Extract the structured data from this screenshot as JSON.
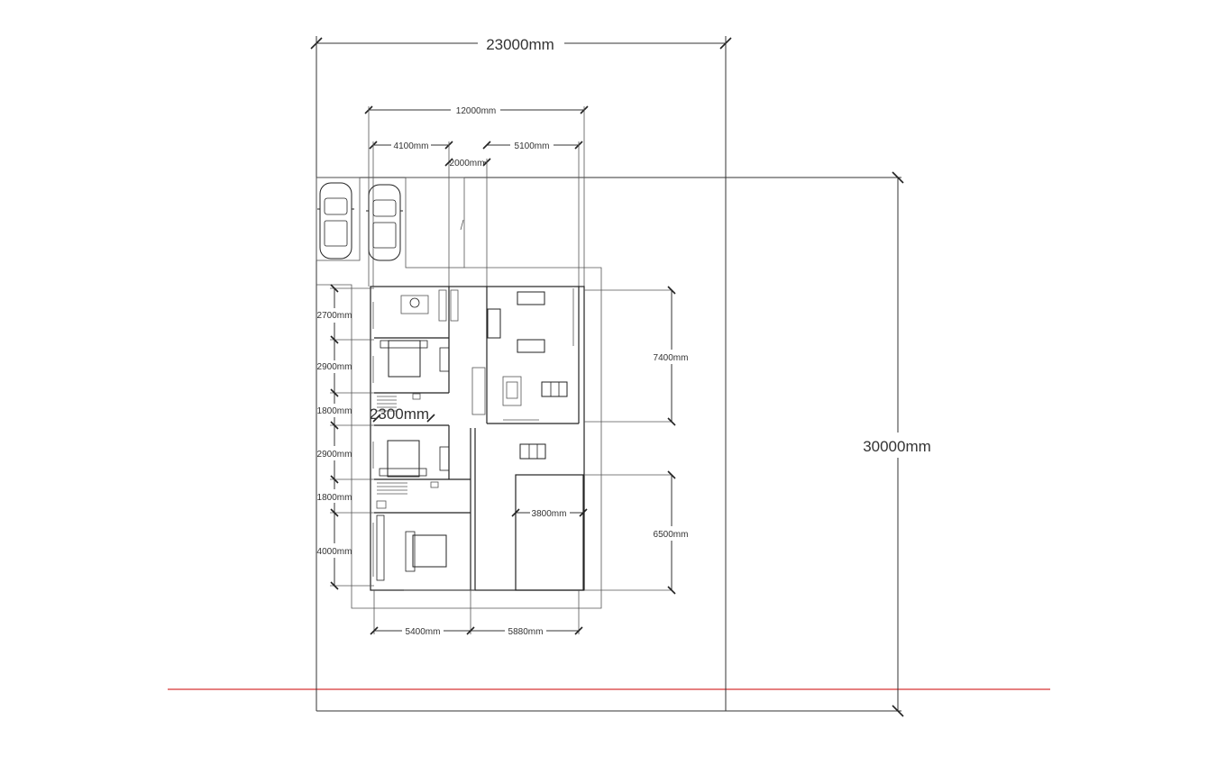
{
  "plan": {
    "site_width_label": "23000mm",
    "site_depth_label": "30000mm",
    "house_width_label": "12000mm",
    "left_wing_label": "4100mm",
    "corridor_label": "2000mm",
    "right_wing_label": "5100mm",
    "living_depth_label": "7400mm",
    "pool_depth_label": "6500mm",
    "pool_width_label": "3800mm",
    "bottom_left_label": "5400mm",
    "bottom_right_label": "5880mm",
    "hall_width_label": "2300mm",
    "left_rows": [
      "2700mm",
      "2900mm",
      "1800mm",
      "2900mm",
      "1800mm",
      "4000mm"
    ]
  },
  "colors": {
    "line": "#333333",
    "axis_line": "#cc0000"
  }
}
